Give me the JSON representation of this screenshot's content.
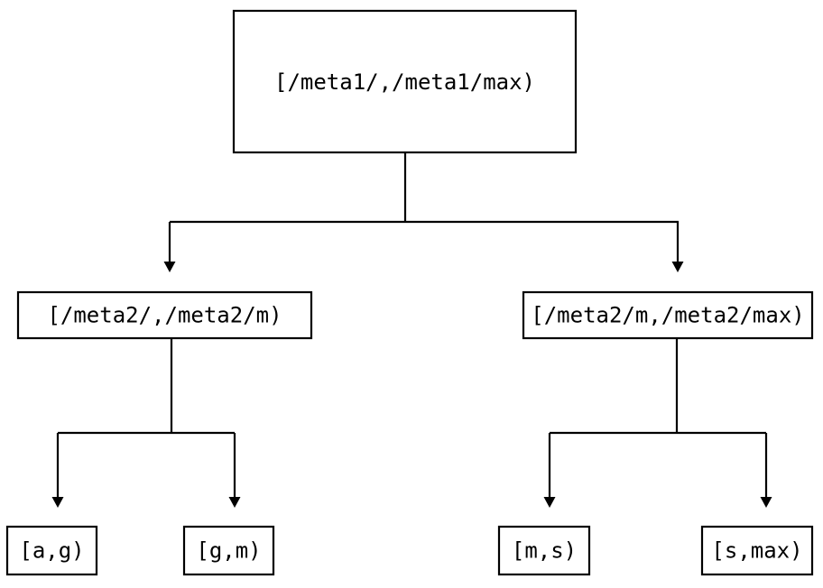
{
  "diagram": {
    "type": "interval-tree",
    "title": "",
    "background_color": "#ffffff",
    "line_color": "#000000",
    "text_color": "#000000",
    "nodes": {
      "root": {
        "label": "[/meta1/,/meta1/max)",
        "level": 0
      },
      "mid_left": {
        "label": "[/meta2/,/meta2/m)",
        "level": 1
      },
      "mid_right": {
        "label": "[/meta2/m,/meta2/max)",
        "level": 1
      },
      "leaf_1": {
        "label": "[a,g)",
        "level": 2
      },
      "leaf_2": {
        "label": "[g,m)",
        "level": 2
      },
      "leaf_3": {
        "label": "[m,s)",
        "level": 2
      },
      "leaf_4": {
        "label": "[s,max)",
        "level": 2
      }
    },
    "edges": [
      {
        "from": "root",
        "to": "mid_left",
        "arrow": "down"
      },
      {
        "from": "root",
        "to": "mid_right",
        "arrow": "down"
      },
      {
        "from": "mid_left",
        "to": "leaf_1",
        "arrow": "down"
      },
      {
        "from": "mid_left",
        "to": "leaf_2",
        "arrow": "down"
      },
      {
        "from": "mid_right",
        "to": "leaf_3",
        "arrow": "down"
      },
      {
        "from": "mid_right",
        "to": "leaf_4",
        "arrow": "down"
      }
    ]
  }
}
